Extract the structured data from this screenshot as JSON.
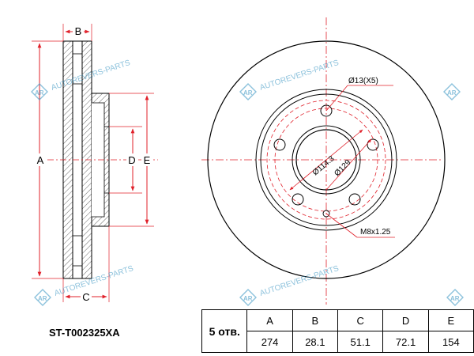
{
  "side_view": {
    "labels": {
      "a": "A",
      "b": "B",
      "c": "C",
      "d": "D",
      "e": "E"
    }
  },
  "front_view": {
    "annotations": {
      "bolt_hole": "Ø13(X5)",
      "pcd": "Ø114.3",
      "center_bore": "Ø129",
      "thread": "M8x1.25"
    }
  },
  "watermark": {
    "logo": "AR",
    "text": "AUTOREVERS-PARTS"
  },
  "part_number": "ST-T002325XA",
  "spec_table": {
    "holes_label": "5 отв.",
    "headers": [
      "A",
      "B",
      "C",
      "D",
      "E"
    ],
    "values": [
      "274",
      "28.1",
      "51.1",
      "72.1",
      "154"
    ]
  },
  "colors": {
    "dimension_lines": "#e0202a",
    "outline": "#000000",
    "watermark": "#2e8fbf"
  }
}
